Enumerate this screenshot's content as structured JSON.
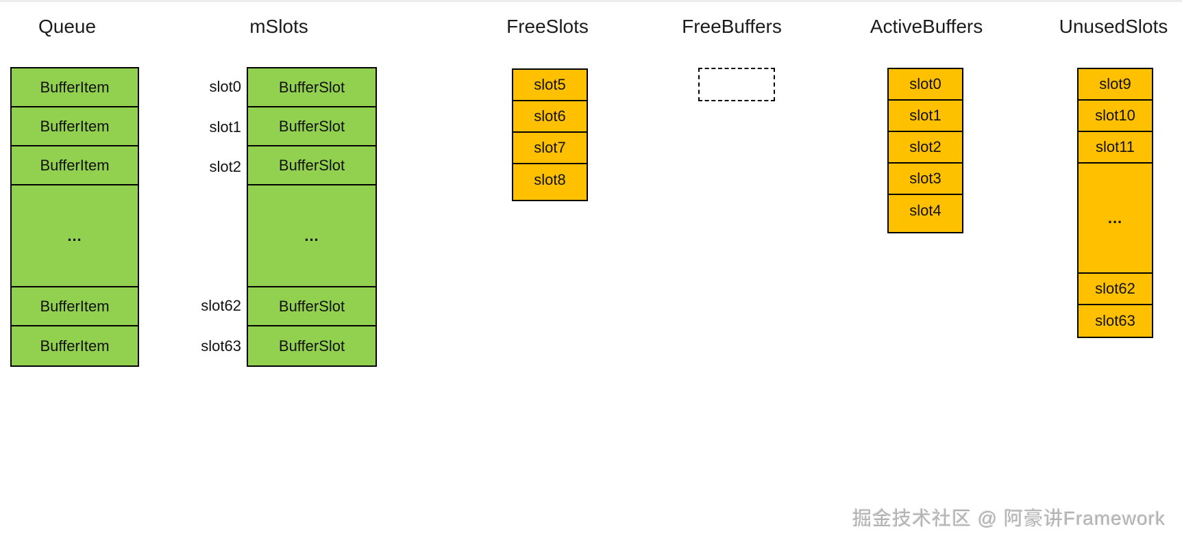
{
  "queue": {
    "title": "Queue",
    "rows": [
      "BufferItem",
      "BufferItem",
      "BufferItem",
      "...",
      "BufferItem",
      "BufferItem"
    ]
  },
  "mslots": {
    "title": "mSlots",
    "labels": [
      "slot0",
      "slot1",
      "slot2",
      "slot62",
      "slot63"
    ],
    "rows": [
      "BufferSlot",
      "BufferSlot",
      "BufferSlot",
      "...",
      "BufferSlot",
      "BufferSlot"
    ]
  },
  "freeslots": {
    "title": "FreeSlots",
    "rows": [
      "slot5",
      "slot6",
      "slot7",
      "slot8"
    ]
  },
  "freebuffers": {
    "title": "FreeBuffers"
  },
  "activebuffers": {
    "title": "ActiveBuffers",
    "rows": [
      "slot0",
      "slot1",
      "slot2",
      "slot3",
      "slot4"
    ]
  },
  "unusedslots": {
    "title": "UnusedSlots",
    "rows": [
      "slot9",
      "slot10",
      "slot11",
      "...",
      "slot62",
      "slot63"
    ]
  },
  "watermark": {
    "text": "掘金技术社区 @ 阿豪讲Framework"
  },
  "colors": {
    "box_green": "#92d050",
    "box_orange": "#ffc000",
    "stroke": "#000000",
    "watermark_gray": "#b3b3b3"
  }
}
